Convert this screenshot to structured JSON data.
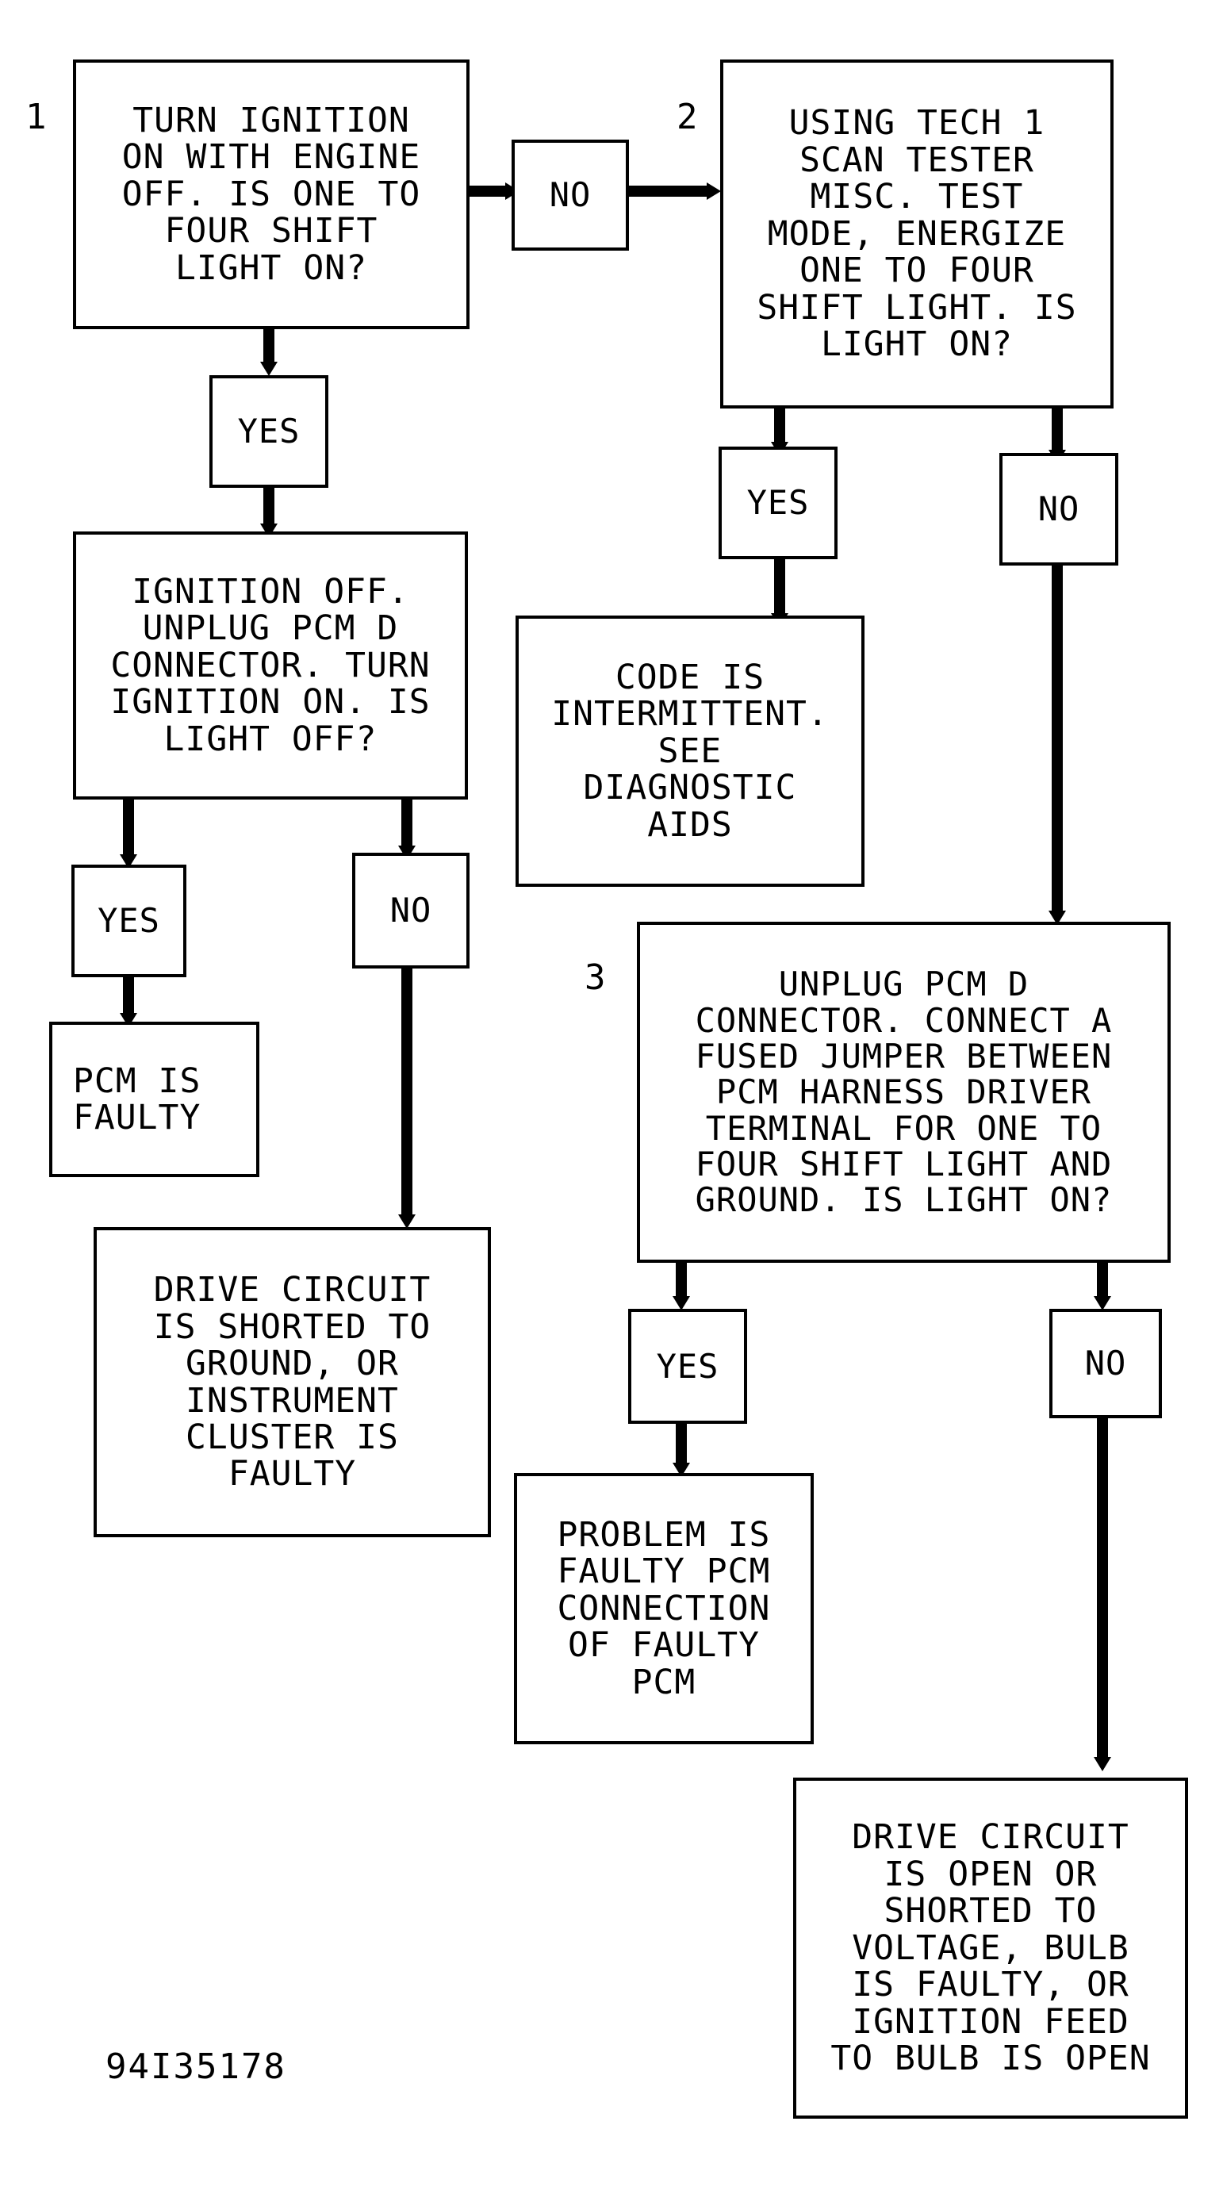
{
  "steps": {
    "s1": "1",
    "s2": "2",
    "s3": "3"
  },
  "boxes": {
    "q1": "TURN IGNITION\nON WITH ENGINE\nOFF. IS ONE TO\nFOUR SHIFT\nLIGHT ON?",
    "q2": "USING TECH 1\nSCAN TESTER\nMISC. TEST\nMODE, ENERGIZE\nONE TO FOUR\nSHIFT LIGHT. IS\nLIGHT ON?",
    "q_ignition_off": "IGNITION OFF.\nUNPLUG PCM D\nCONNECTOR. TURN\nIGNITION ON. IS\nLIGHT OFF?",
    "code_intermittent": "CODE IS\nINTERMITTENT.\nSEE\nDIAGNOSTIC\nAIDS",
    "q3": "UNPLUG PCM D\nCONNECTOR. CONNECT A\nFUSED JUMPER BETWEEN\nPCM HARNESS DRIVER\nTERMINAL FOR ONE TO\nFOUR SHIFT LIGHT AND\nGROUND. IS LIGHT ON?",
    "pcm_faulty": "PCM IS\nFAULTY",
    "drive_shorted": "DRIVE CIRCUIT\nIS SHORTED TO\nGROUND, OR\nINSTRUMENT\nCLUSTER IS\nFAULTY",
    "problem_connection": "PROBLEM IS\nFAULTY PCM\nCONNECTION\nOF FAULTY\nPCM",
    "drive_open": "DRIVE CIRCUIT\nIS OPEN OR\nSHORTED TO\nVOLTAGE, BULB\nIS FAULTY, OR\nIGNITION FEED\nTO BULB IS OPEN"
  },
  "labels": {
    "no_1_2": "NO",
    "yes_1": "YES",
    "yes_2": "YES",
    "no_2": "NO",
    "yes_ign": "YES",
    "no_ign": "NO",
    "yes_3": "YES",
    "no_3": "NO"
  },
  "figure_code": "94I35178"
}
